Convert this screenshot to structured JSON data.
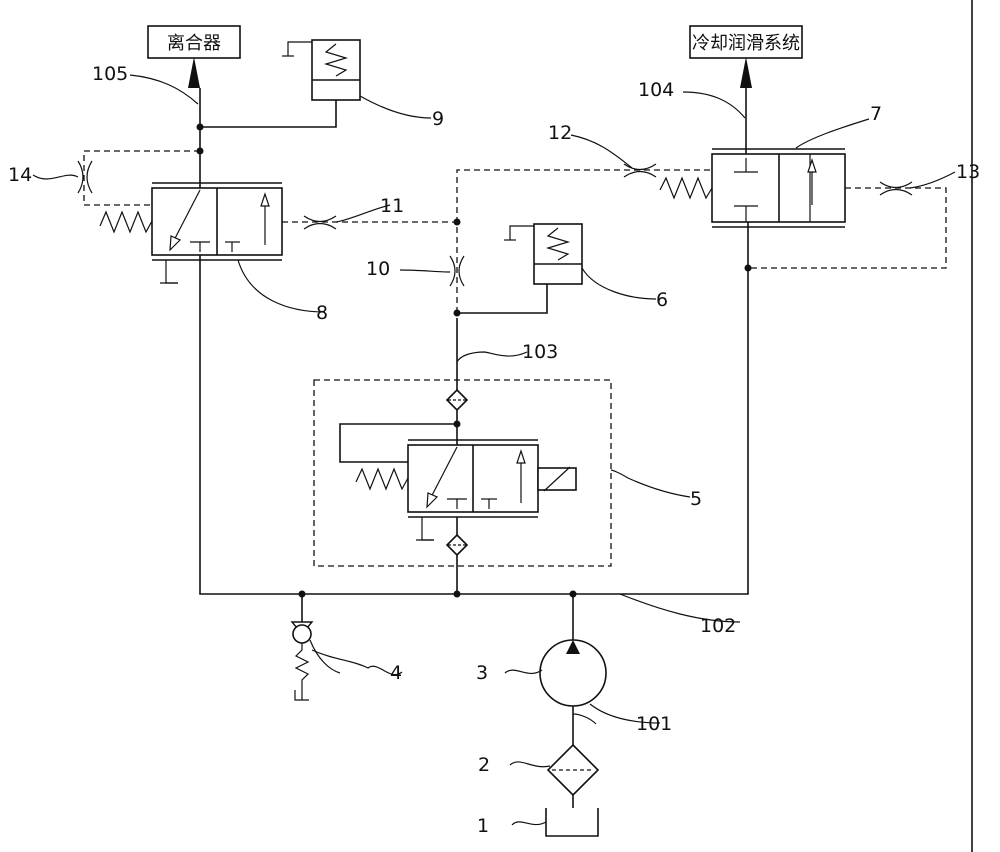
{
  "destinations": {
    "clutch": "离合器",
    "cooling": "冷却润滑系统"
  },
  "labels": {
    "l1": "1",
    "l2": "2",
    "l3": "3",
    "l4": "4",
    "l5": "5",
    "l6": "6",
    "l7": "7",
    "l8": "8",
    "l9": "9",
    "l10": "10",
    "l11": "11",
    "l12": "12",
    "l13": "13",
    "l14": "14",
    "l101": "101",
    "l102": "102",
    "l103": "103",
    "l104": "104",
    "l105": "105"
  }
}
